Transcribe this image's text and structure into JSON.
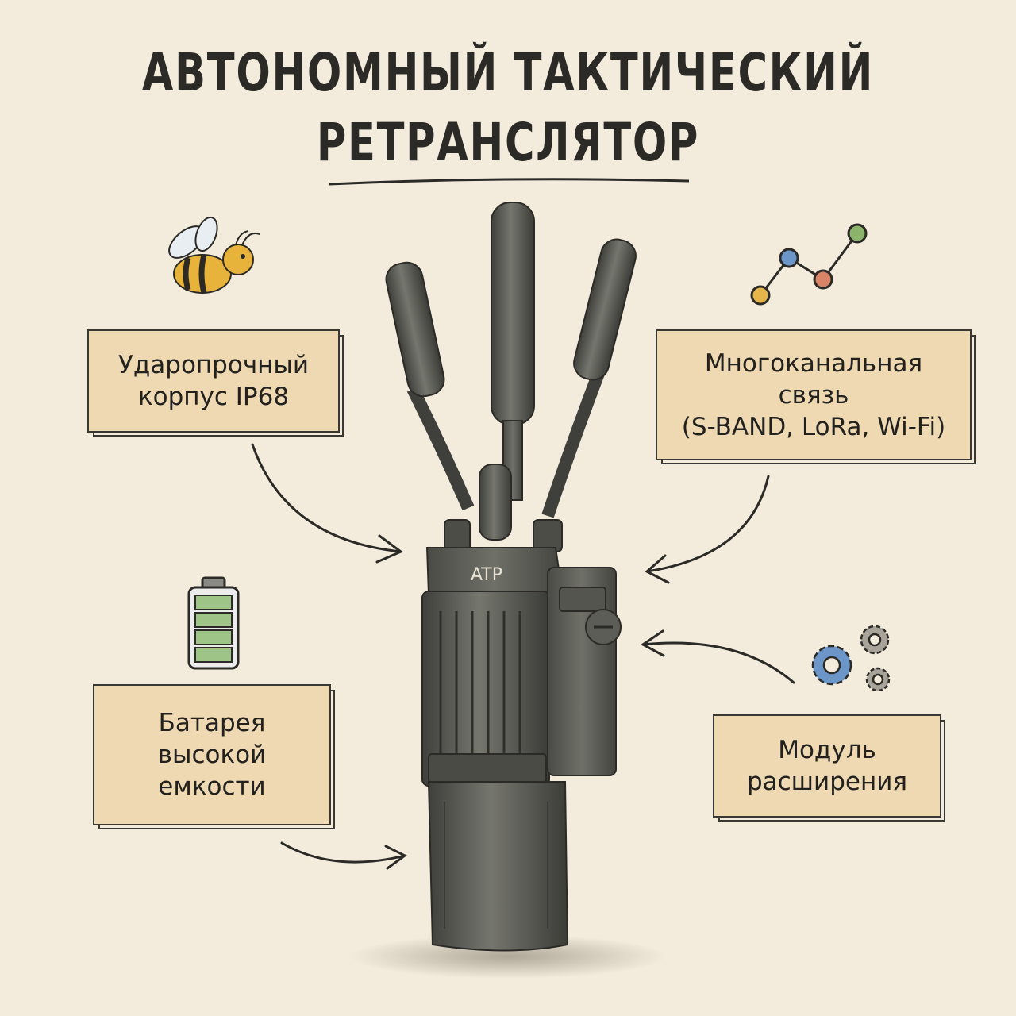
{
  "title": {
    "line1": "АВТОНОМНЫЙ ТАКТИЧЕСКИЙ",
    "line2": "РЕТРАНСЛЯТОР"
  },
  "device": {
    "tag": "ATP"
  },
  "labels": {
    "case": "Ударопрочный\nкорпус IP68",
    "comm": "Многоканальная\nсвязь\n(S-BAND, LoRa, Wi-Fi)",
    "battery": "Батарея\nвысокой\nемкости",
    "module": "Модуль\nрасширения"
  },
  "icons": {
    "case": "bee-icon",
    "comm": "network-nodes-icon",
    "battery": "battery-icon",
    "module": "gears-icon"
  },
  "colors": {
    "background": "#f3ecdc",
    "label_fill": "#eed9b3",
    "ink": "#2b2a26",
    "device": "#55564f"
  }
}
